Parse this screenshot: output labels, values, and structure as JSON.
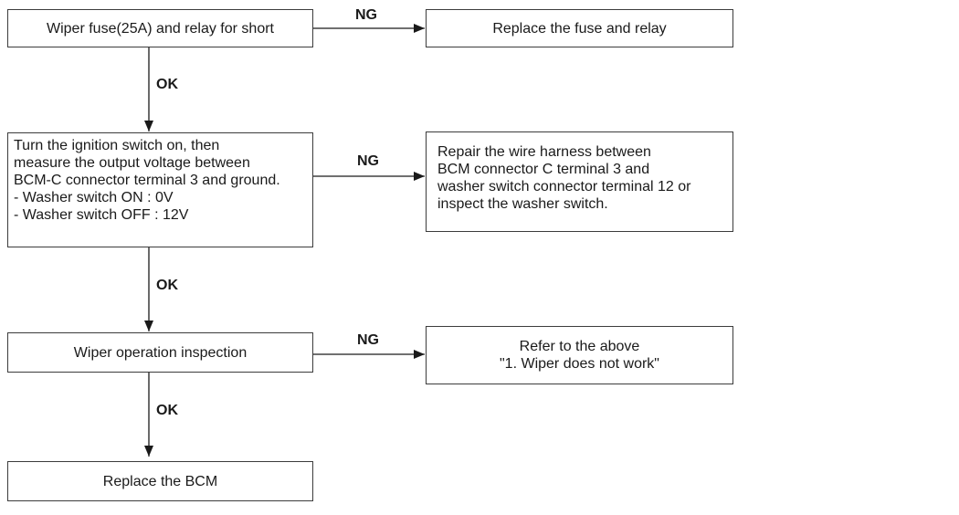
{
  "steps": [
    {
      "check": "Wiper fuse(25A) and relay for short",
      "ng_label": "NG",
      "ng_action": [
        "Replace the fuse and relay"
      ],
      "ok_label": "OK"
    },
    {
      "check_lines": [
        "Turn the ignition switch on, then",
        "measure the output voltage between",
        "BCM-C connector terminal 3 and ground.",
        "- Washer switch ON : 0V",
        "- Washer switch OFF : 12V"
      ],
      "ng_label": "NG",
      "ng_action": [
        "Repair the wire harness between",
        "BCM connector C terminal 3 and",
        "washer switch connector terminal 12 or",
        "inspect the washer switch."
      ],
      "ok_label": "OK"
    },
    {
      "check": "Wiper operation inspection",
      "ng_label": "NG",
      "ng_action": [
        "Refer to the above",
        "\"1. Wiper does not work\""
      ],
      "ok_label": "OK"
    }
  ],
  "final_action": "Replace the BCM"
}
